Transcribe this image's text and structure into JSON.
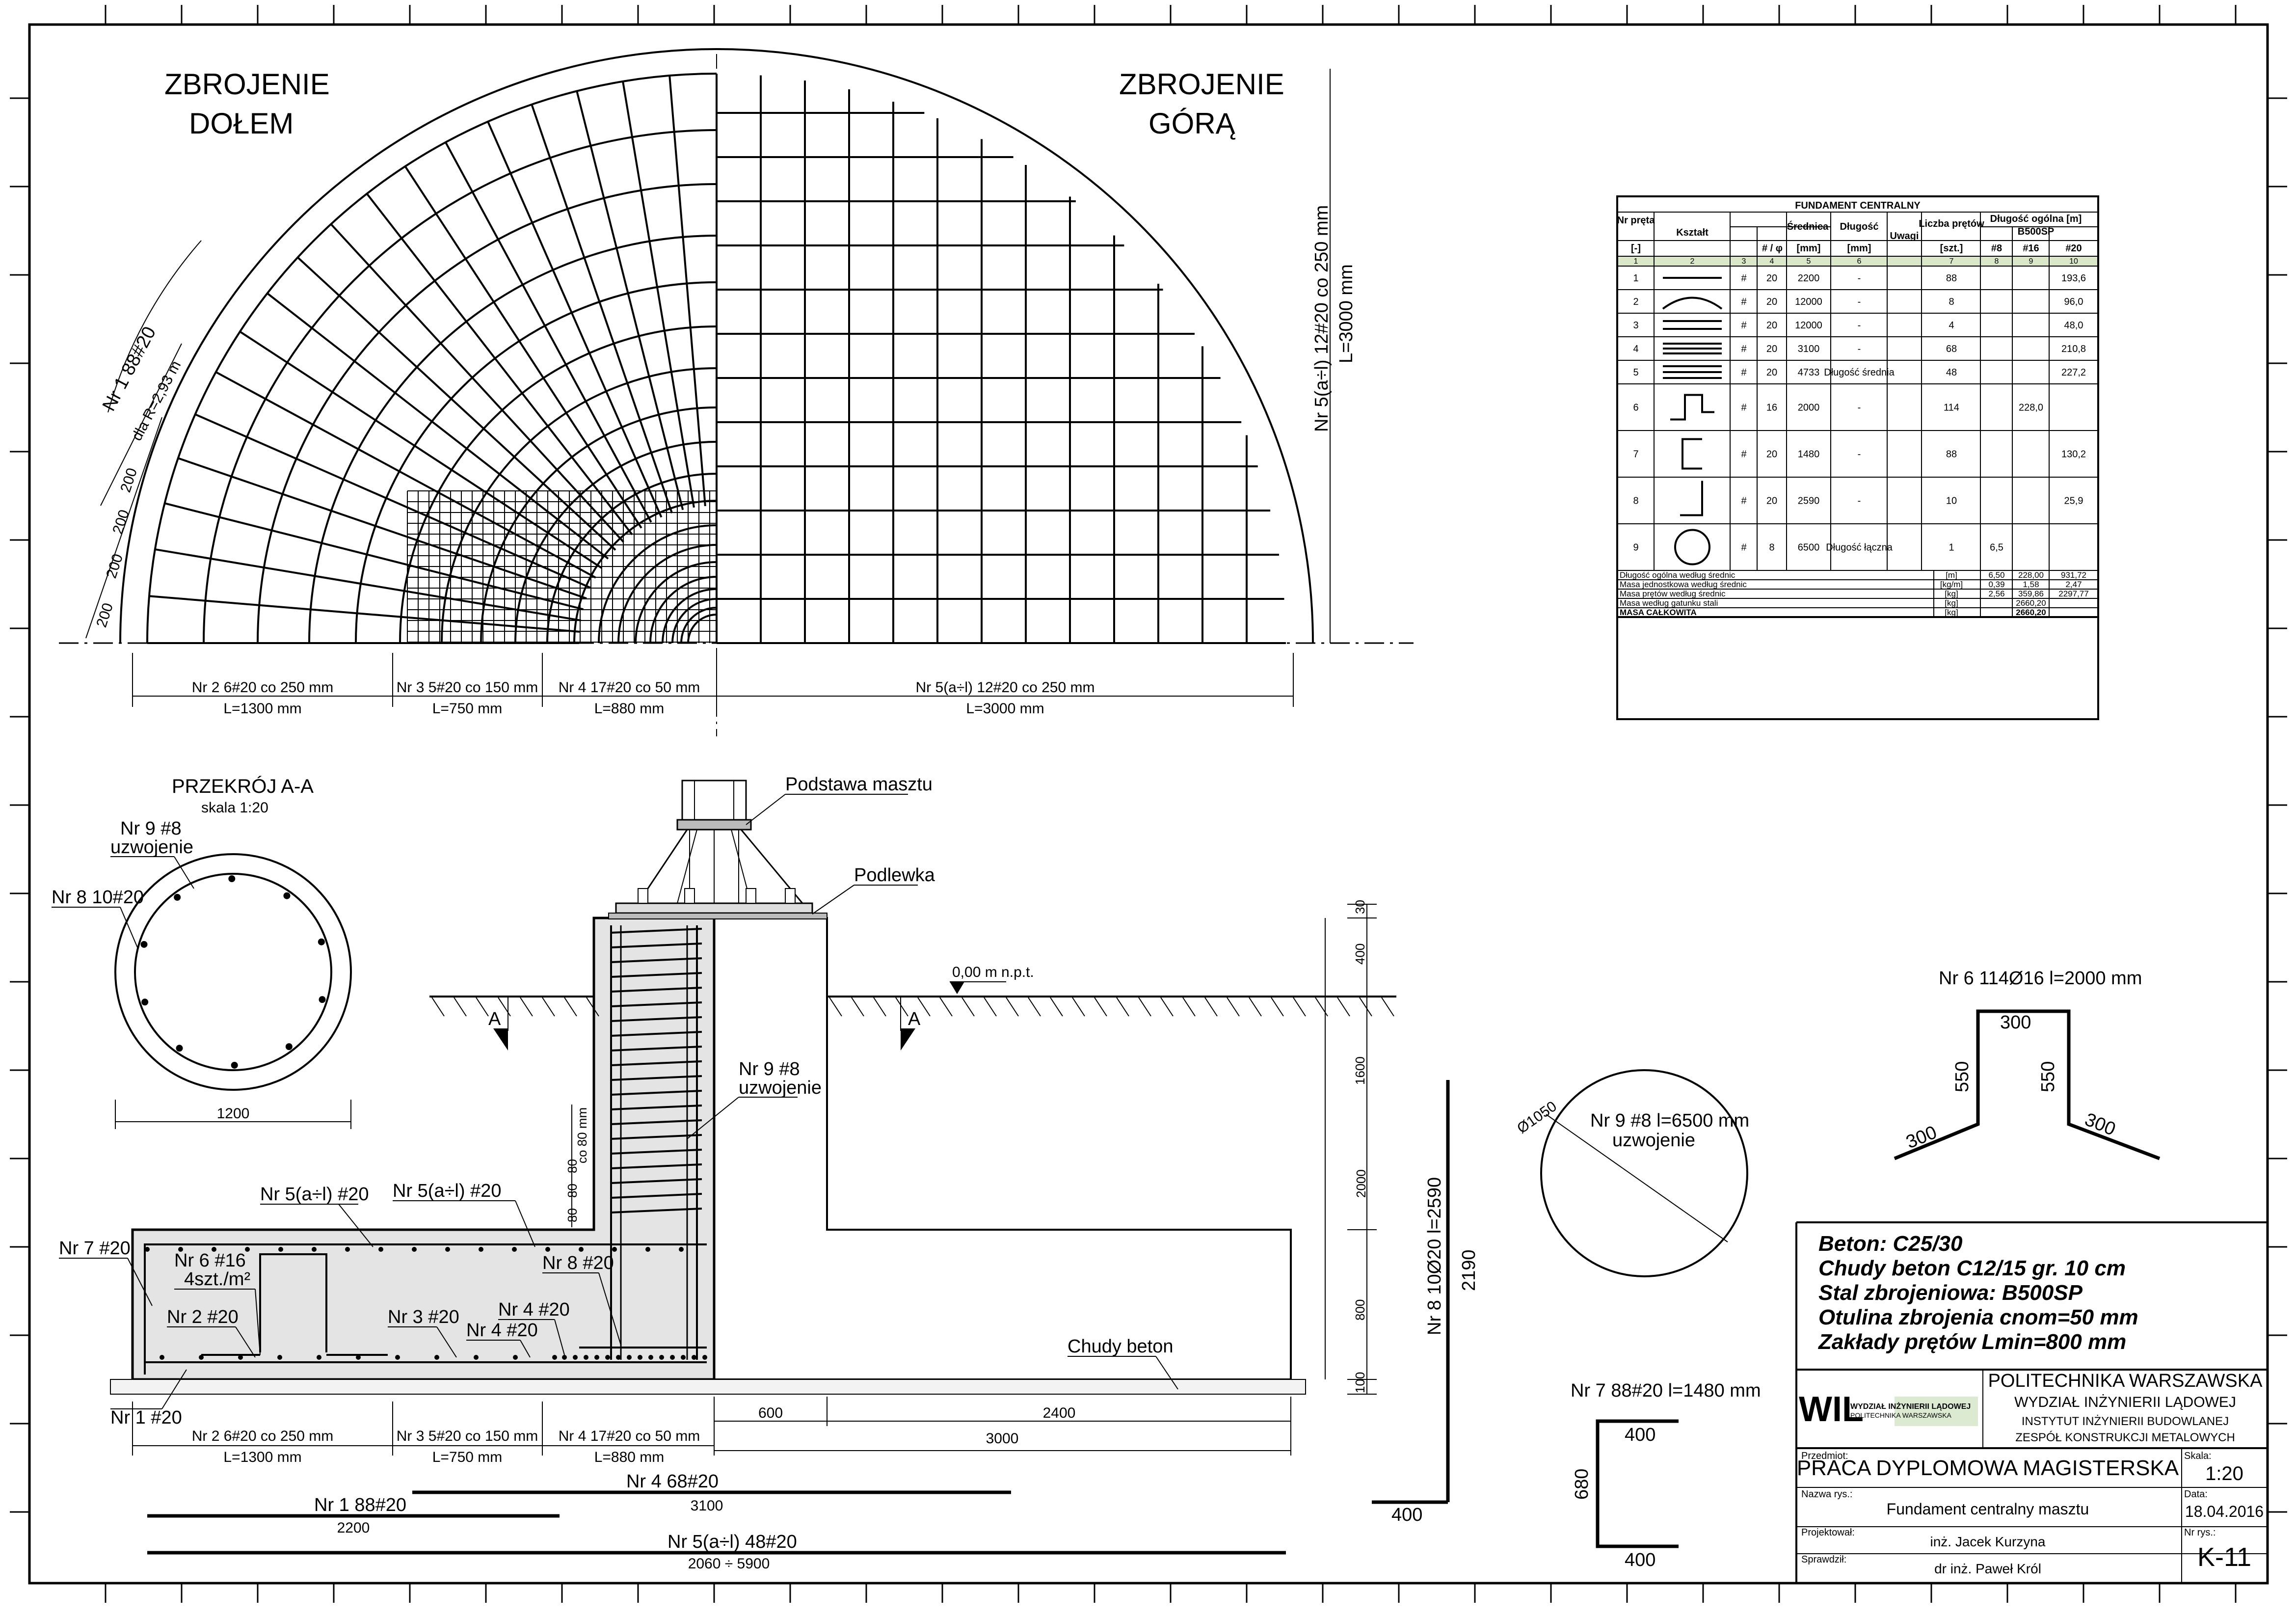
{
  "top_view": {
    "title_left_1": "ZBROJENIE",
    "title_left_2": "DOŁEM",
    "title_right_1": "ZBROJENIE",
    "title_right_2": "GÓRĄ",
    "arc_label": "Nr 1 88#20",
    "radius_label": "dla R=2,93 m",
    "spacing_labels": [
      "200",
      "200",
      "200",
      "200"
    ],
    "right_vertical_1": "Nr 5(a÷l) 12#20 co 250 mm",
    "right_vertical_2": "L=3000 mm",
    "dim_row": [
      {
        "top": "Nr 2 6#20 co 250 mm",
        "bottom": "L=1300 mm"
      },
      {
        "top": "Nr 3 5#20 co 150 mm",
        "bottom": "L=750 mm"
      },
      {
        "top": "Nr 4 17#20 co 50 mm",
        "bottom": "L=880 mm"
      },
      {
        "top": "Nr 5(a÷l) 12#20 co 250 mm",
        "bottom": "L=3000 mm"
      }
    ]
  },
  "section": {
    "title": "PRZEKRÓJ A-A",
    "scale": "skala 1:20",
    "nr9": "Nr 9 #8",
    "nr9b": "uzwojenie",
    "nr8": "Nr 8 10#20",
    "diameter": "1200"
  },
  "elevation": {
    "base_label": "Podstawa masztu",
    "grout_label": "Podlewka",
    "level_label": "0,00 m n.p.t.",
    "section_mark": "A",
    "nr9": "Nr 9 #8",
    "nr9b": "uzwojenie",
    "nr5a": "Nr 5(a÷l) #20",
    "nr5b": "Nr 5(a÷l) #20",
    "nr7": "Nr 7 #20",
    "nr6": "Nr 6 #16",
    "nr6b": "4szt./m²",
    "nr2": "Nr 2 #20",
    "nr3": "Nr 3 #20",
    "nr4a": "Nr 4 #20",
    "nr4b": "Nr 4 #20",
    "nr8": "Nr 8 #20",
    "nr1": "Nr 1 #20",
    "lean": "Chudy beton",
    "co80": "co 80 mm",
    "small_dims": [
      "80",
      "80",
      "80"
    ],
    "right_dims": [
      "30",
      "400",
      "1600",
      "2000",
      "800",
      "100"
    ],
    "bottom_dims": [
      "600",
      "2400",
      "3000"
    ],
    "dim_row": [
      {
        "top": "Nr 2 6#20 co 250 mm",
        "bottom": "L=1300 mm"
      },
      {
        "top": "Nr 3 5#20 co 150 mm",
        "bottom": "L=750 mm"
      },
      {
        "top": "Nr 4 17#20 co 50 mm",
        "bottom": "L=880 mm"
      }
    ],
    "bars": [
      {
        "top": "Nr 4 68#20",
        "bottom": "3100"
      },
      {
        "top": "Nr 1 88#20",
        "bottom": "2200"
      },
      {
        "top": "Nr 5(a÷l) 48#20",
        "bottom": "2060 ÷ 5900"
      }
    ]
  },
  "details": {
    "nr8_vertical": "Nr 8 10Ø20 l=2590",
    "nr8_len": "2190",
    "nr8_hook": "400",
    "nr9_label": "Nr 9 #8 l=6500 mm",
    "nr9_sub": "uzwojenie",
    "nr9_dia": "Ø1050",
    "nr7_label": "Nr 7 88#20 l=1480 mm",
    "nr7_dims": [
      "400",
      "680",
      "400"
    ],
    "nr6_label": "Nr 6 114Ø16 l=2000 mm",
    "nr6_dims": [
      "300",
      "550",
      "550",
      "300",
      "300"
    ]
  },
  "notes": [
    "Beton: C25/30",
    "Chudy beton C12/15 gr. 10 cm",
    "Stal zbrojeniowa: B500SP",
    "Otulina zbrojenia cnom=50 mm",
    "Zakłady prętów Lmin=800 mm"
  ],
  "title_block": {
    "logo": "WIL",
    "logo_sub1": "WYDZIAŁ INŻYNIERII LĄDOWEJ",
    "logo_sub2": "POLITECHNIKA WARSZAWSKA",
    "university": "POLITECHNIKA WARSZAWSKA",
    "faculty": "WYDZIAŁ INŻYNIERII LĄDOWEJ",
    "institute": "INSTYTUT INŻYNIERII BUDOWLANEJ",
    "department": "ZESPÓŁ KONSTRUKCJI METALOWYCH",
    "subject_label": "Przedmiot:",
    "subject": "PRACA DYPLOMOWA MAGISTERSKA",
    "scale_label": "Skala:",
    "scale": "1:20",
    "name_label": "Nazwa rys.:",
    "name": "Fundament centralny masztu",
    "date_label": "Data:",
    "date": "18.04.2016",
    "designer_label": "Projektował:",
    "designer": "inż. Jacek Kurzyna",
    "drawing_no_label": "Nr rys.:",
    "drawing_no": "K-11",
    "checker_label": "Sprawdził:",
    "checker": "dr inż. Paweł Król"
  },
  "table": {
    "title": "FUNDAMENT CENTRALNY",
    "headers": {
      "nr": "Nr pręta",
      "shape": "Kształt",
      "diam": "Średnica",
      "len": "Długość",
      "rem": "Uwagi",
      "qty": "Liczba prętów",
      "total": "Długość ogólna [m]",
      "grade": "B500SP"
    },
    "sub_headers": [
      "[-]",
      "# / φ",
      "[mm]",
      "[mm]",
      "[szt.]",
      "#8",
      "#16",
      "#20"
    ],
    "col_numbers": [
      "1",
      "2",
      "3",
      "4",
      "5",
      "6",
      "7",
      "8",
      "9",
      "10"
    ],
    "rows": [
      {
        "nr": "1",
        "sym": "#",
        "d": "20",
        "l": "2200",
        "rem": "-",
        "n": "88",
        "c8": "",
        "c16": "",
        "c20": "193,6"
      },
      {
        "nr": "2",
        "sym": "#",
        "d": "20",
        "l": "12000",
        "rem": "-",
        "n": "8",
        "c8": "",
        "c16": "",
        "c20": "96,0"
      },
      {
        "nr": "3",
        "sym": "#",
        "d": "20",
        "l": "12000",
        "rem": "-",
        "n": "4",
        "c8": "",
        "c16": "",
        "c20": "48,0"
      },
      {
        "nr": "4",
        "sym": "#",
        "d": "20",
        "l": "3100",
        "rem": "-",
        "n": "68",
        "c8": "",
        "c16": "",
        "c20": "210,8"
      },
      {
        "nr": "5",
        "sym": "#",
        "d": "20",
        "l": "4733",
        "rem": "Długość średnia",
        "n": "48",
        "c8": "",
        "c16": "",
        "c20": "227,2"
      },
      {
        "nr": "6",
        "sym": "#",
        "d": "16",
        "l": "2000",
        "rem": "-",
        "n": "114",
        "c8": "",
        "c16": "228,0",
        "c20": ""
      },
      {
        "nr": "7",
        "sym": "#",
        "d": "20",
        "l": "1480",
        "rem": "-",
        "n": "88",
        "c8": "",
        "c16": "",
        "c20": "130,2"
      },
      {
        "nr": "8",
        "sym": "#",
        "d": "20",
        "l": "2590",
        "rem": "-",
        "n": "10",
        "c8": "",
        "c16": "",
        "c20": "25,9"
      },
      {
        "nr": "9",
        "sym": "#",
        "d": "8",
        "l": "6500",
        "rem": "Długość łączna",
        "n": "1",
        "c8": "6,5",
        "c16": "",
        "c20": ""
      }
    ],
    "summary": [
      {
        "label": "Długość ogólna według średnic",
        "unit": "[m]",
        "c8": "6,50",
        "c16": "228,00",
        "c20": "931,72"
      },
      {
        "label": "Masa jednostkowa według średnic",
        "unit": "[kg/m]",
        "c8": "0,39",
        "c16": "1,58",
        "c20": "2,47"
      },
      {
        "label": "Masa prętów według średnic",
        "unit": "[kg]",
        "c8": "2,56",
        "c16": "359,86",
        "c20": "2297,77"
      },
      {
        "label": "Masa według gatunku stali",
        "unit": "[kg]",
        "merged": "2660,20"
      },
      {
        "label": "MASA CAŁKOWITA",
        "unit": "[kg]",
        "merged": "2660,20"
      }
    ]
  }
}
